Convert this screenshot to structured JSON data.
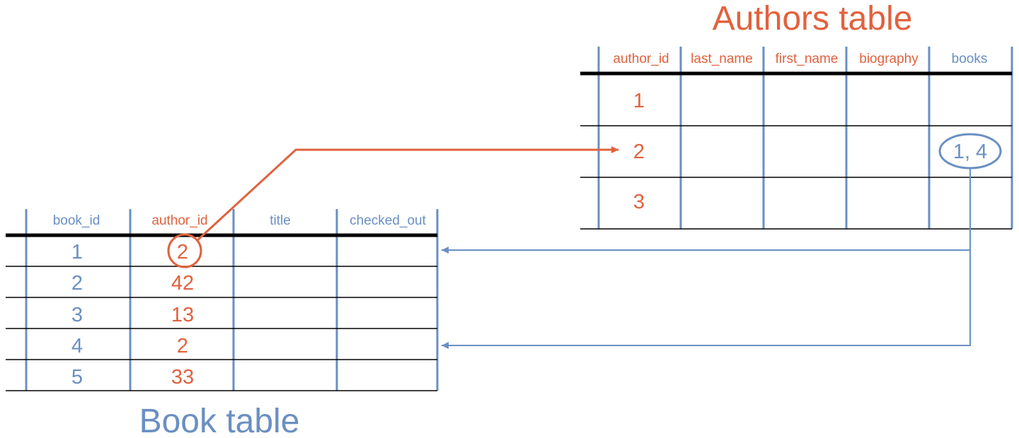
{
  "colors": {
    "orange": "#e0623e",
    "blue": "#6a8fc2",
    "black": "#000000"
  },
  "authors_table": {
    "title": "Authors table",
    "headers": [
      "author_id",
      "last_name",
      "first_name",
      "biography",
      "books"
    ],
    "rows": [
      {
        "author_id": "1",
        "books": ""
      },
      {
        "author_id": "2",
        "books": "1, 4"
      },
      {
        "author_id": "3",
        "books": ""
      }
    ]
  },
  "book_table": {
    "title": "Book table",
    "headers": [
      "book_id",
      "author_id",
      "title",
      "checked_out"
    ],
    "rows": [
      {
        "book_id": "1",
        "author_id": "2"
      },
      {
        "book_id": "2",
        "author_id": "42"
      },
      {
        "book_id": "3",
        "author_id": "13"
      },
      {
        "book_id": "4",
        "author_id": "2"
      },
      {
        "book_id": "5",
        "author_id": "33"
      }
    ]
  }
}
